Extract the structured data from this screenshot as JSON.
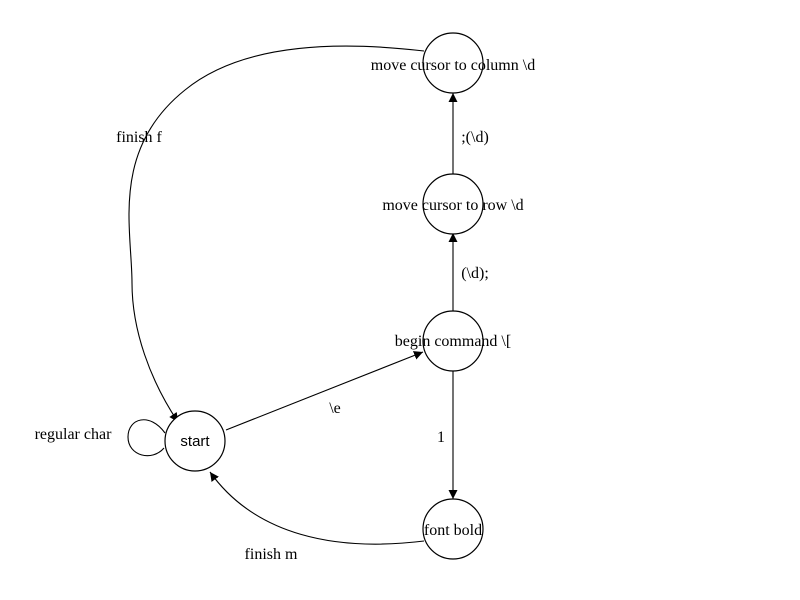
{
  "diagram": {
    "nodes": {
      "start": "start",
      "begin_command": "begin command \\[",
      "move_row": "move cursor to row \\d",
      "move_column": "move cursor to column \\d",
      "font_bold": "font bold"
    },
    "edges": {
      "regular_char": "regular char",
      "escape": "\\e",
      "row_digit": "(\\d);",
      "column_digit": ";(\\d)",
      "bold_one": "1",
      "finish_f": "finish f",
      "finish_m": "finish m"
    }
  }
}
